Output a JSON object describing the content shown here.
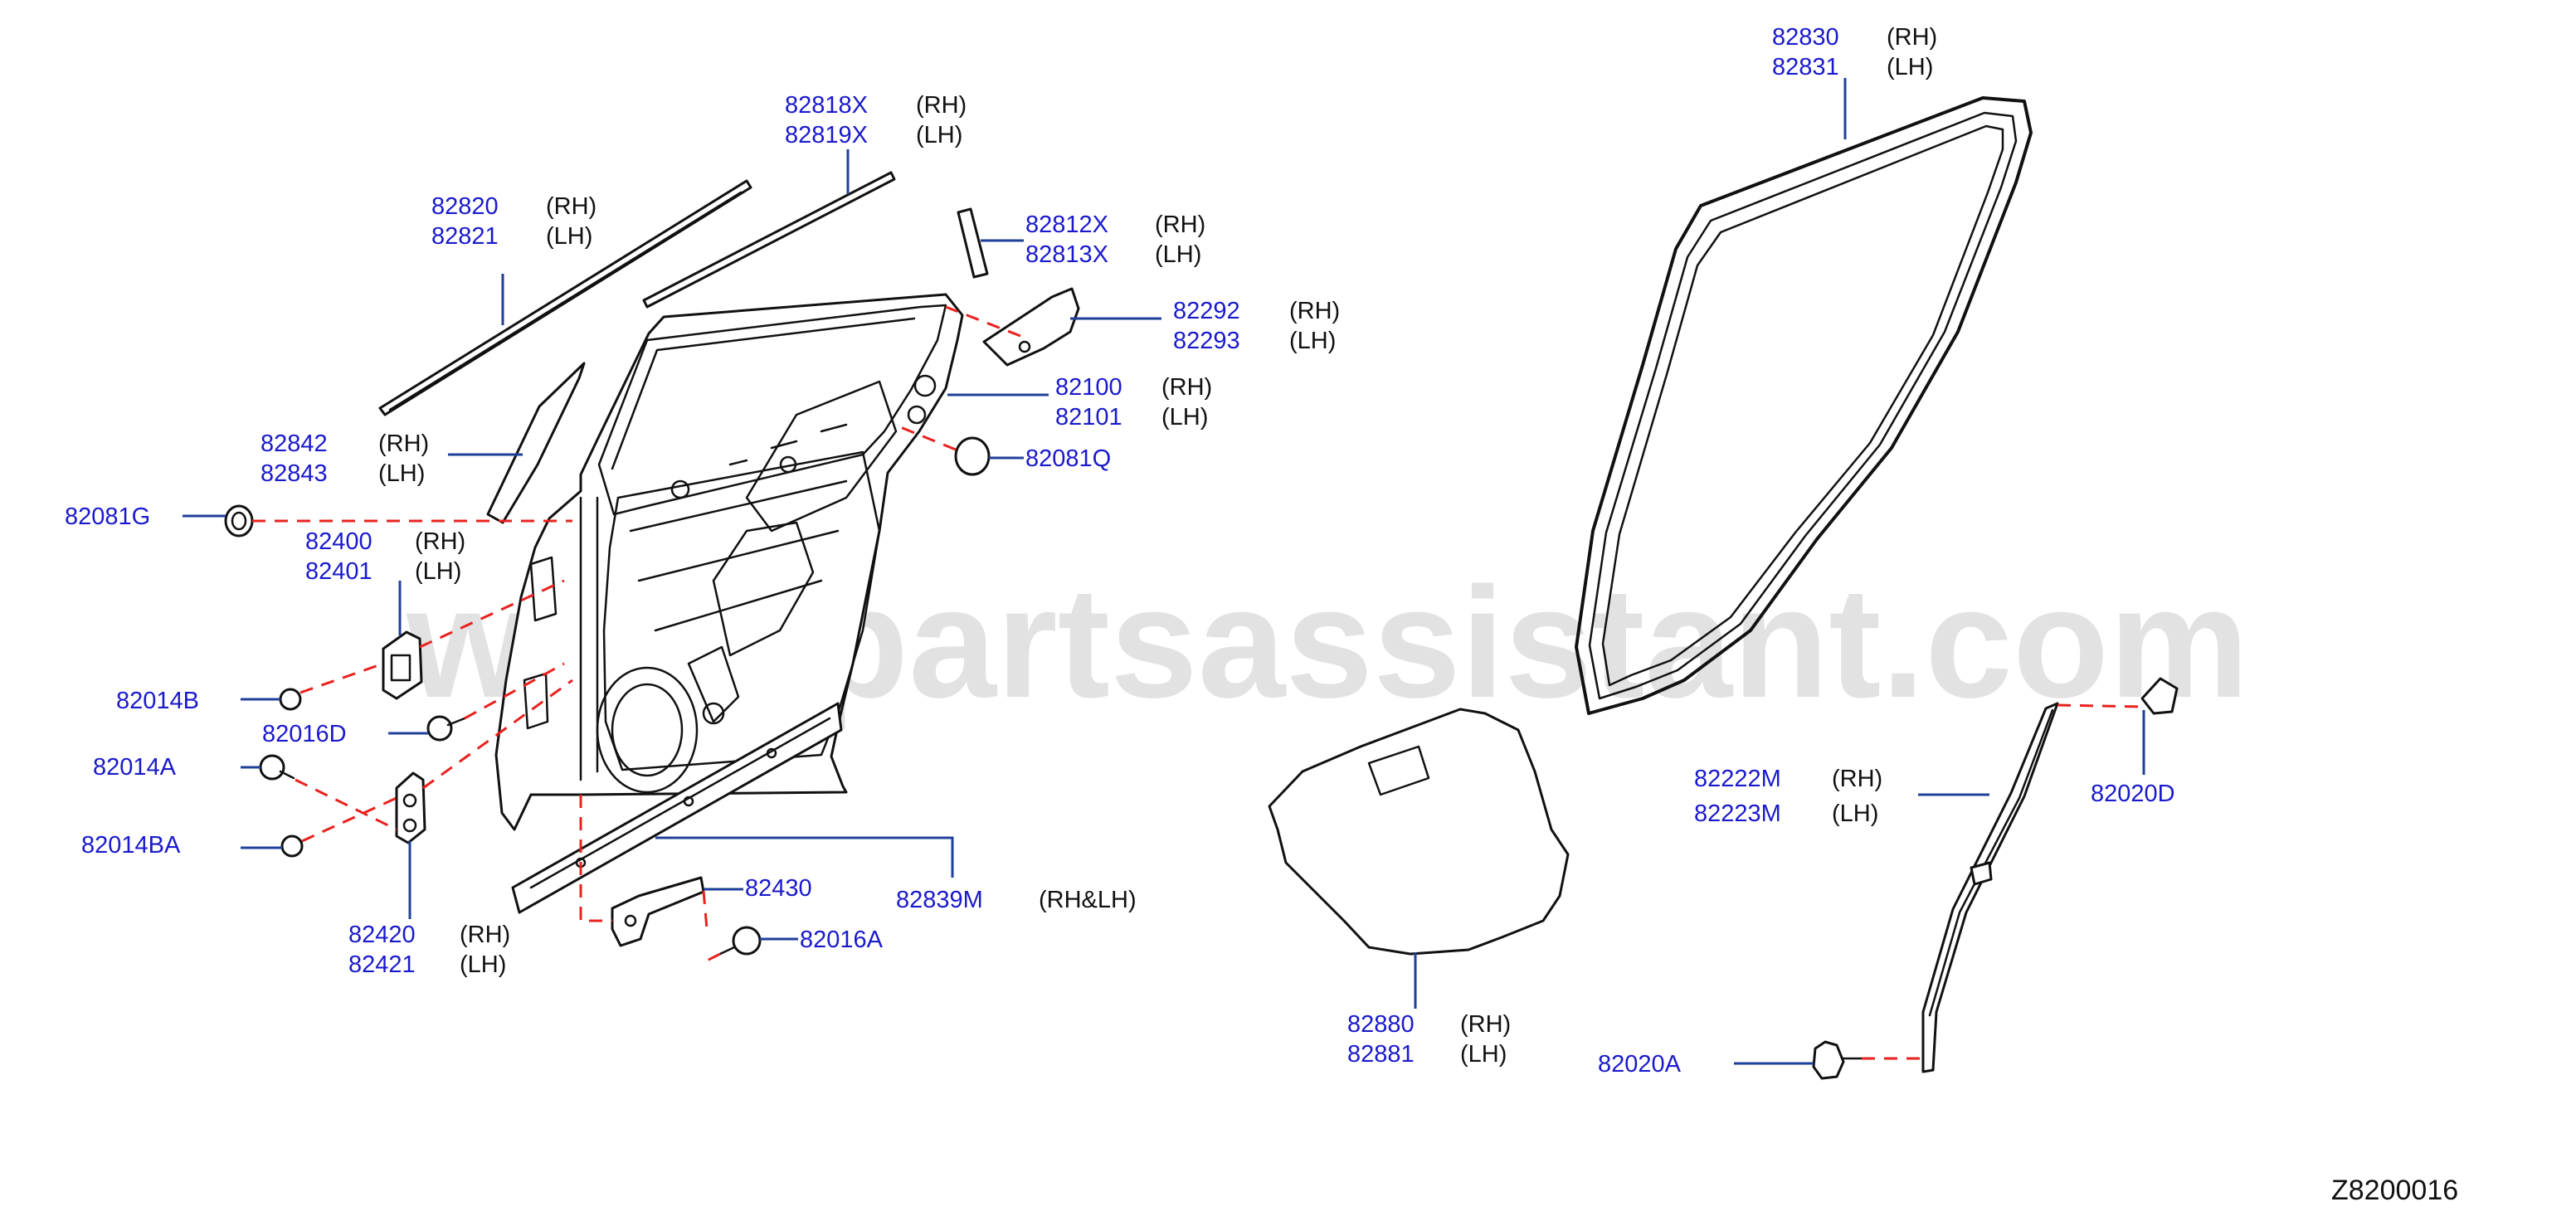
{
  "colors": {
    "part_number": "#1a1acc",
    "leader": "#1f3f9a",
    "dashed_line": "#e8221f",
    "watermark": "#d9d9d9"
  },
  "watermark": "www.partsassistant.com",
  "diagram_code": "Z8200016",
  "callouts": [
    {
      "id": "82830",
      "rh": "82830",
      "lh": "82831",
      "rh_label": "(RH)",
      "lh_label": "(LH)"
    },
    {
      "id": "82818",
      "rh": "82818X",
      "lh": "82819X",
      "rh_label": "(RH)",
      "lh_label": "(LH)"
    },
    {
      "id": "82820",
      "rh": "82820",
      "lh": "82821",
      "rh_label": "(RH)",
      "lh_label": "(LH)"
    },
    {
      "id": "82812",
      "rh": "82812X",
      "lh": "82813X",
      "rh_label": "(RH)",
      "lh_label": "(LH)"
    },
    {
      "id": "82292",
      "rh": "82292",
      "lh": "82293",
      "rh_label": "(RH)",
      "lh_label": "(LH)"
    },
    {
      "id": "82100",
      "rh": "82100",
      "lh": "82101",
      "rh_label": "(RH)",
      "lh_label": "(LH)"
    },
    {
      "id": "82842",
      "rh": "82842",
      "lh": "82843",
      "rh_label": "(RH)",
      "lh_label": "(LH)"
    },
    {
      "id": "82400",
      "rh": "82400",
      "lh": "82401",
      "rh_label": "(RH)",
      "lh_label": "(LH)"
    },
    {
      "id": "82420",
      "rh": "82420",
      "lh": "82421",
      "rh_label": "(RH)",
      "lh_label": "(LH)"
    },
    {
      "id": "82880",
      "rh": "82880",
      "lh": "82881",
      "rh_label": "(RH)",
      "lh_label": "(LH)"
    },
    {
      "id": "82222",
      "rh": "82222M",
      "lh": "82223M",
      "rh_label": "(RH)",
      "lh_label": "(LH)"
    }
  ],
  "singles": [
    {
      "id": "82081Q",
      "pn": "82081Q"
    },
    {
      "id": "82081G",
      "pn": "82081G"
    },
    {
      "id": "82014B",
      "pn": "82014B"
    },
    {
      "id": "82016D",
      "pn": "82016D"
    },
    {
      "id": "82014A",
      "pn": "82014A"
    },
    {
      "id": "82014BA",
      "pn": "82014BA"
    },
    {
      "id": "82430",
      "pn": "82430"
    },
    {
      "id": "82016A",
      "pn": "82016A"
    },
    {
      "id": "82839M",
      "pn": "82839M",
      "side_label": "(RH&LH)"
    },
    {
      "id": "82020D",
      "pn": "82020D"
    },
    {
      "id": "82020A",
      "pn": "82020A"
    }
  ]
}
